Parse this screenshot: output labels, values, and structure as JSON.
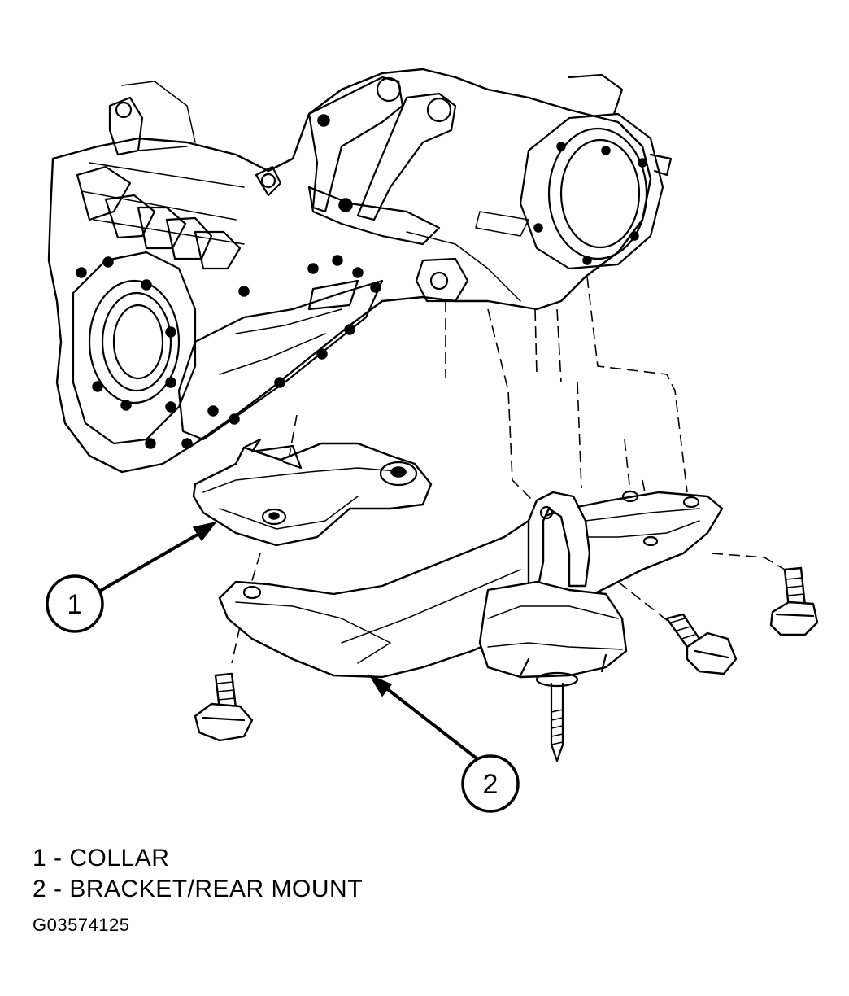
{
  "figure": {
    "callouts": [
      {
        "number": "1",
        "part": "collar"
      },
      {
        "number": "2",
        "part": "bracket-rear-mount"
      }
    ],
    "legend": [
      {
        "number": "1",
        "text": "1 - COLLAR"
      },
      {
        "number": "2",
        "text": "2 - BRACKET/REAR MOUNT"
      }
    ],
    "figure_code": "G03574125"
  }
}
